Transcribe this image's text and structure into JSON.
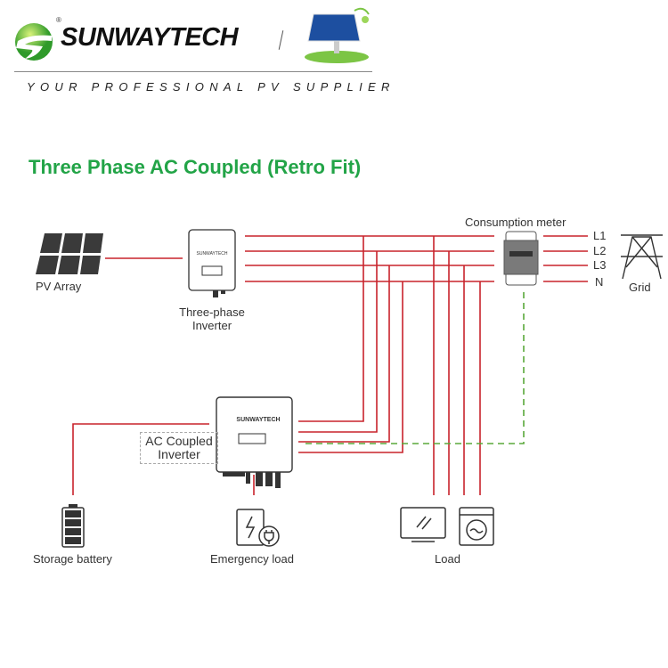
{
  "header": {
    "brand": "SUNWAYTECH",
    "registered": "®",
    "tagline": "YOUR PROFESSIONAL PV SUPPLIER"
  },
  "title": "Three Phase AC Coupled (Retro Fit)",
  "labels": {
    "pv_array": "PV Array",
    "three_phase_inverter": [
      "Three-phase",
      "Inverter"
    ],
    "consumption_meter": "Consumption meter",
    "phases": [
      "L1",
      "L2",
      "L3",
      "N"
    ],
    "grid": "Grid",
    "ac_coupled_inverter": [
      "AC Coupled",
      "Inverter"
    ],
    "storage_battery": "Storage battery",
    "emergency_load": "Emergency load",
    "load": "Load"
  },
  "colors": {
    "accent": "#22a447",
    "ac_line": "#c8232c",
    "comm_line": "#5aa83a"
  }
}
